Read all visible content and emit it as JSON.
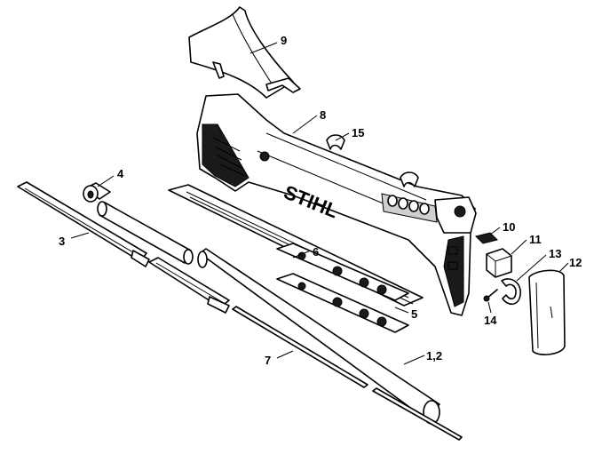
{
  "diagram": {
    "brand_logo": "STIHL",
    "callouts": {
      "c1_2": "1,2",
      "c3": "3",
      "c4": "4",
      "c5": "5",
      "c6": "6",
      "c7": "7",
      "c8": "8",
      "c9": "9",
      "c10": "10",
      "c11": "11",
      "c12": "12",
      "c13": "13",
      "c14": "14",
      "c15": "15"
    }
  }
}
